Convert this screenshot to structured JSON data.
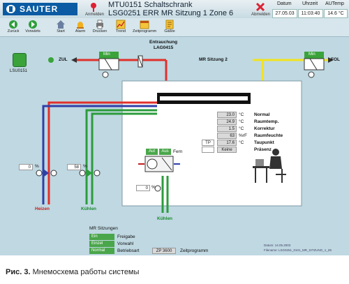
{
  "header": {
    "brand": "SAUTER",
    "login_label": "Anmelden",
    "logout_label": "Abmelden",
    "title_line1": "MTU0151 Schaltschrank",
    "title_line2": "LSG0251 ERR MR Sitzung 1 Zone 6",
    "date_label": "Datum",
    "time_label": "Uhrzeit",
    "temp_label": "AUTemp",
    "date_value": "27.05.03",
    "time_value": "11:03:40",
    "temp_value": "14.6 °C"
  },
  "toolbar": {
    "items": [
      {
        "label": "Zurück",
        "icon": "arrow-left-icon"
      },
      {
        "label": "Vorwärts",
        "icon": "arrow-right-icon"
      },
      {
        "label": "Start",
        "icon": "home-icon"
      },
      {
        "label": "Alarm",
        "icon": "alarm-icon"
      },
      {
        "label": "Drucken",
        "icon": "printer-icon"
      },
      {
        "label": "Trend",
        "icon": "trend-icon"
      },
      {
        "label": "Zeitprogramm",
        "icon": "calendar-icon"
      },
      {
        "label": "Gäßte",
        "icon": "document-icon"
      }
    ]
  },
  "plant": {
    "device_label": "LSU0151",
    "supply_label": "ZUL",
    "exhaust_label": "FOL",
    "room_label": "MR Sitzung 2",
    "smoke_label1": "Entrauchung",
    "smoke_label2": "LAG0415",
    "min_label": "Min",
    "heating_label": "Heizen",
    "cooling_label": "Kühlen",
    "cooling_label2": "Kühlen",
    "valve_heat_value": "0",
    "valve_cool_value": "58",
    "valve_center_value": "0",
    "unit_percent": "%",
    "auto_label": "Aut",
    "off_label": "Aus",
    "remote_label": "Fern",
    "room_values": [
      {
        "value": "23.0",
        "unit": "°C",
        "label": "Normal"
      },
      {
        "value": "24.9",
        "unit": "°C",
        "label": "Raumtemp."
      },
      {
        "value": "1.5",
        "unit": "°C",
        "label": "Korrektur"
      },
      {
        "value": "63",
        "unit": "%rF",
        "label": "Raumfeuchte"
      },
      {
        "value": "17.6",
        "unit": "°C",
        "label": "Taupunkt"
      },
      {
        "value": "Keine",
        "unit": "",
        "label": "Präsenz"
      }
    ],
    "tp_label": "TP"
  },
  "bottom": {
    "group_title": "MR Sitzungen",
    "rows": [
      {
        "state": "Ein",
        "label": "Freigabe"
      },
      {
        "state": "Einzel",
        "label": "Vorwahl"
      },
      {
        "state": "Normal",
        "label": "Betriebsart"
      }
    ],
    "zp_value": "ZP 3600",
    "zp_label": "Zeitprogramm",
    "footer_date": "Datum: 14.05.2003",
    "footer_file": "Filename: LSG0251_0101_MR_SITZUNG_1_Z6"
  },
  "caption": {
    "prefix": "Рис. 3.",
    "text": "Мнемосхема работы системы"
  },
  "colors": {
    "supply_pipe": "#e0302a",
    "return_pipe": "#2f3fa8",
    "cool_pipe": "#2c9c3c",
    "exhaust_pipe": "#f2e31e",
    "brand": "#0a5ba3"
  }
}
